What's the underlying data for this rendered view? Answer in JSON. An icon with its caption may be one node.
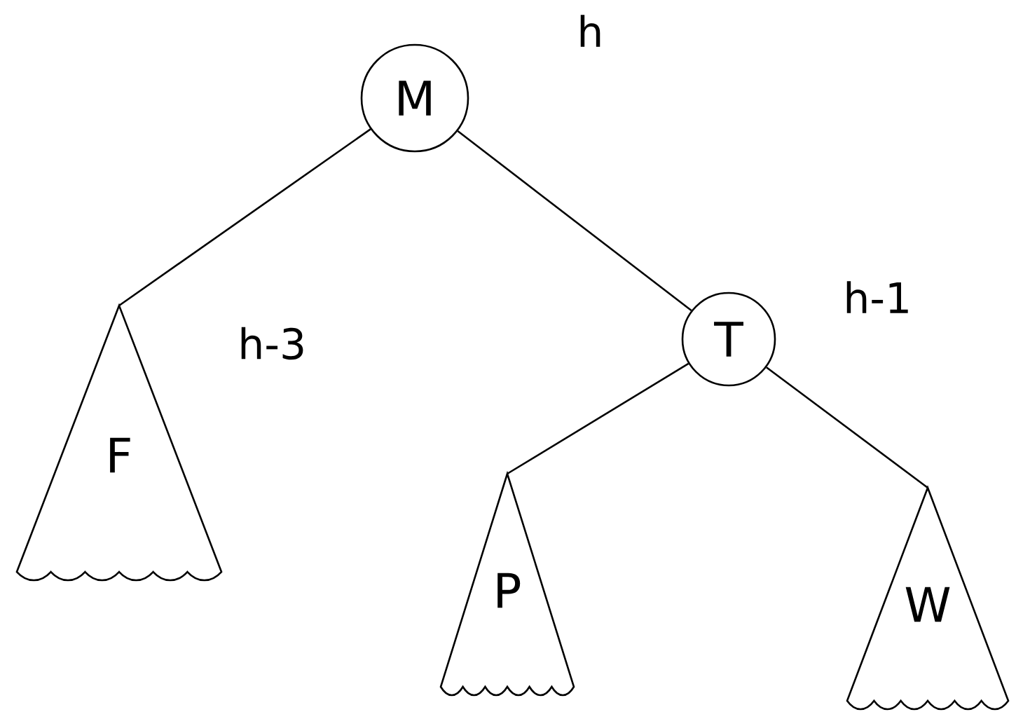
{
  "diagram": {
    "nodes": [
      {
        "text": [
          "M"
        ],
        "beside": [
          "h"
        ]
      },
      {
        "text": [
          "F"
        ],
        "beside": [
          "h-3"
        ]
      },
      {
        "text": [
          "T"
        ],
        "beside": [
          "h-1"
        ]
      },
      {
        "text": [
          "P"
        ]
      },
      {
        "text": [
          "W"
        ]
      }
    ],
    "edges": [
      {
        "from": 0,
        "to": 1,
        "arrow": "none"
      },
      {
        "from": 0,
        "to": 2,
        "arrow": "none"
      },
      {
        "from": 2,
        "to": 3,
        "arrow": "none"
      },
      {
        "from": 2,
        "to": 4,
        "arrow": "none"
      }
    ]
  }
}
